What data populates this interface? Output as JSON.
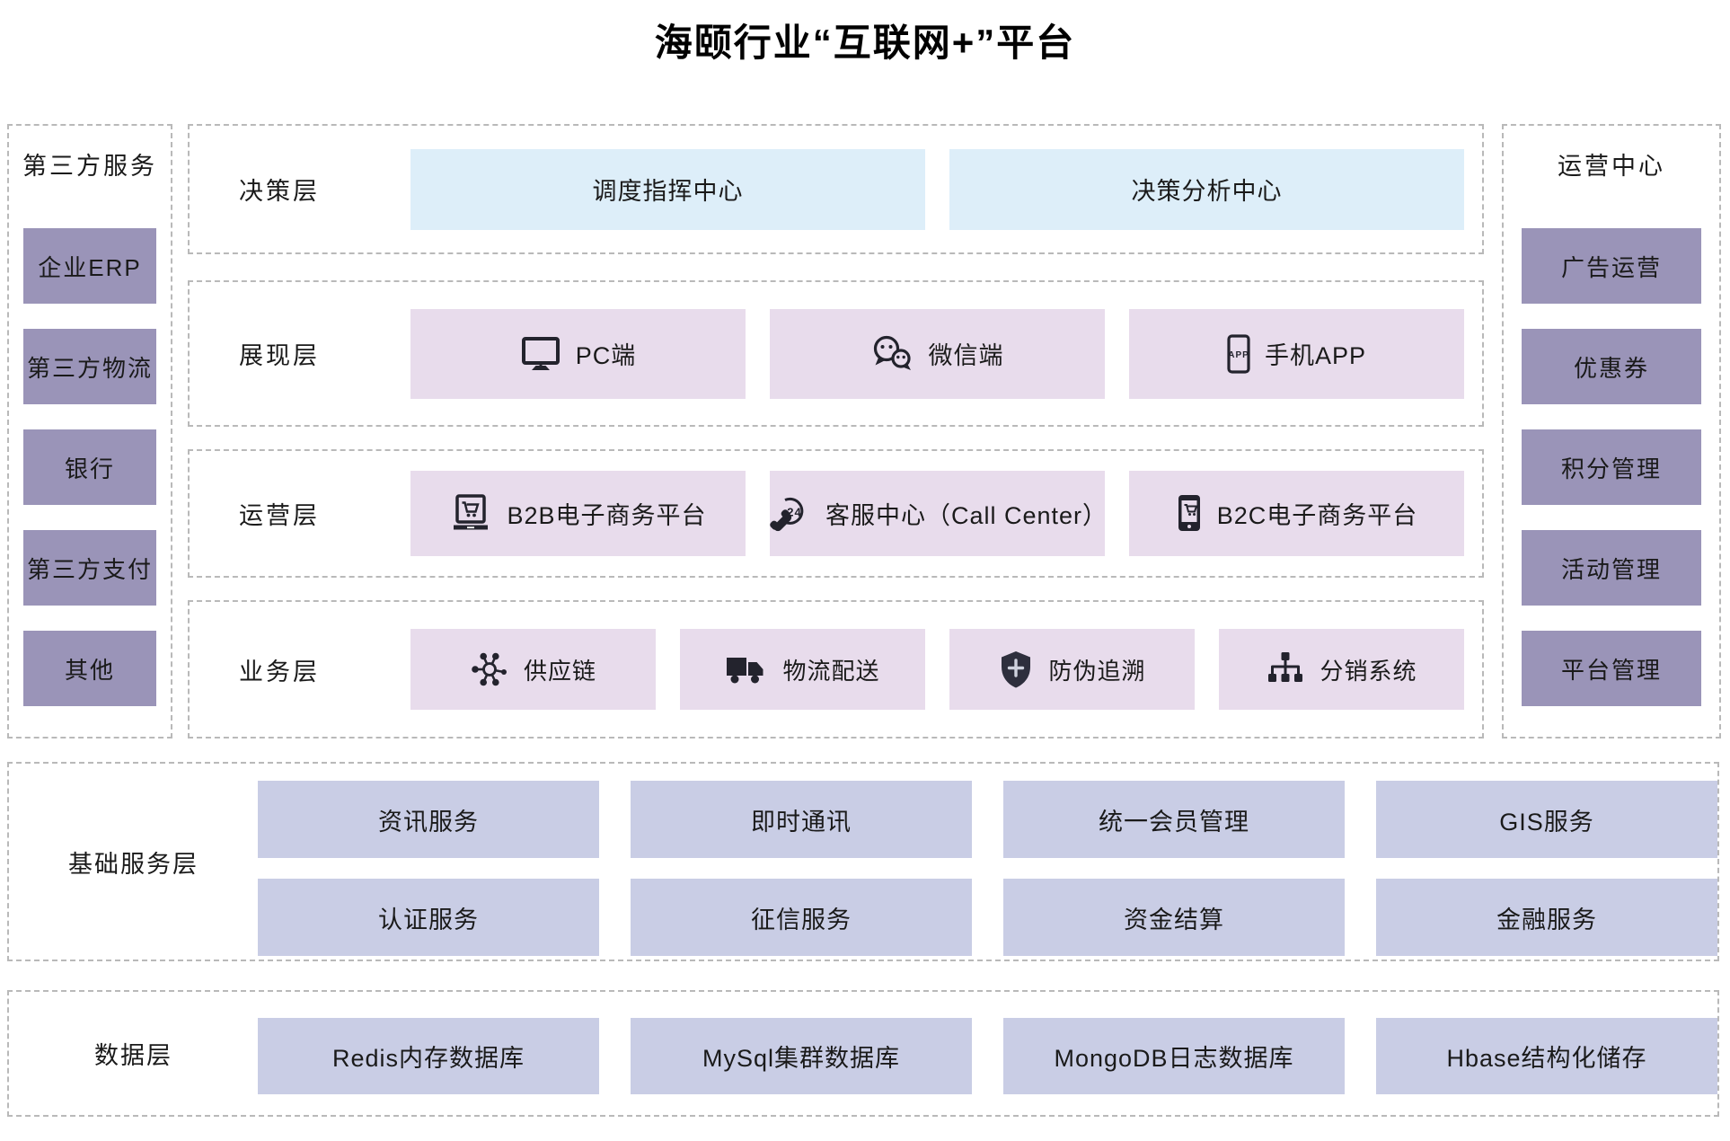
{
  "title": "海颐行业“互联网+”平台",
  "left_panel": {
    "title": "第三方服务",
    "items": [
      "企业ERP",
      "第三方物流",
      "银行",
      "第三方支付",
      "其他"
    ]
  },
  "right_panel": {
    "title": "运营中心",
    "items": [
      "广告运营",
      "优惠券",
      "积分管理",
      "活动管理",
      "平台管理"
    ]
  },
  "layers": {
    "decision": {
      "label": "决策层",
      "items": [
        {
          "label": "调度指挥中心"
        },
        {
          "label": "决策分析中心"
        }
      ]
    },
    "presentation": {
      "label": "展现层",
      "items": [
        {
          "label": "PC端",
          "icon": "monitor-icon"
        },
        {
          "label": "微信端",
          "icon": "wechat-icon"
        },
        {
          "label": "手机APP",
          "icon": "mobile-app-icon"
        }
      ]
    },
    "operation": {
      "label": "运营层",
      "items": [
        {
          "label": "B2B电子商务平台",
          "icon": "laptop-cart-icon"
        },
        {
          "label": "客服中心（Call Center）",
          "icon": "phone-24h-icon"
        },
        {
          "label": "B2C电子商务平台",
          "icon": "mobile-cart-icon"
        }
      ]
    },
    "business": {
      "label": "业务层",
      "items": [
        {
          "label": "供应链",
          "icon": "supply-chain-hub-icon"
        },
        {
          "label": "物流配送",
          "icon": "delivery-truck-icon"
        },
        {
          "label": "防伪追溯",
          "icon": "shield-plus-icon"
        },
        {
          "label": "分销系统",
          "icon": "distribution-sitemap-icon"
        }
      ]
    }
  },
  "base_services": {
    "label": "基础服务层",
    "rows": [
      [
        "资讯服务",
        "即时通讯",
        "统一会员管理",
        "GIS服务"
      ],
      [
        "认证服务",
        "征信服务",
        "资金结算",
        "金融服务"
      ]
    ]
  },
  "data_layer": {
    "label": "数据层",
    "items": [
      "Redis内存数据库",
      "MySql集群数据库",
      "MongoDB日志数据库",
      "Hbase结构化储存"
    ]
  },
  "colors": {
    "sidebar_box": "#9a94b8",
    "decision_box": "#ddeef9",
    "app_box": "#e8dcec",
    "service_box": "#c9cde5",
    "dashed_border": "#b9b9b9",
    "icon": "#23232d",
    "text": "#1a1a1a"
  }
}
